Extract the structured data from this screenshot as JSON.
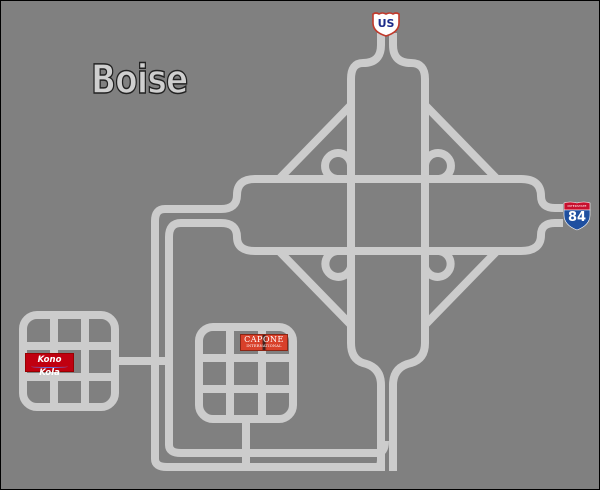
{
  "map": {
    "title": "Boise",
    "background_color": "#808080",
    "road_color": "#cccccc",
    "title_color": "#cfcfcf"
  },
  "shields": {
    "us": {
      "label": "US",
      "type": "us-highway-shield",
      "border_color": "#c0392b",
      "text_color": "#1a2a8a"
    },
    "interstate": {
      "header": "INTERSTATE",
      "number": "84",
      "type": "interstate-shield",
      "top_color": "#c8102e",
      "body_color": "#1e4fa0"
    }
  },
  "locations": {
    "kono_kola": {
      "label": "Kono Kola",
      "color": "#c00010"
    },
    "capone": {
      "label_main": "CAPONE",
      "label_sub": "INTERNATIONAL",
      "color": "#d8402a"
    }
  }
}
